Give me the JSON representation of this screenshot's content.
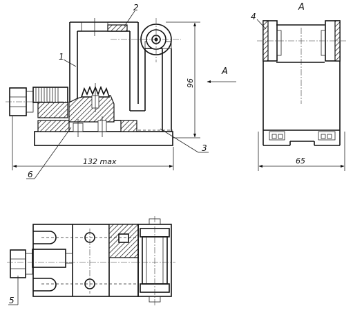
{
  "view_label": "A",
  "arrow_label": "A",
  "leaders": {
    "l1": "1",
    "l2": "2",
    "l3": "3",
    "l4": "4",
    "l5": "5",
    "l6": "6"
  },
  "dimensions": {
    "width_front": "132 max",
    "height_front": "96",
    "width_side": "65"
  }
}
